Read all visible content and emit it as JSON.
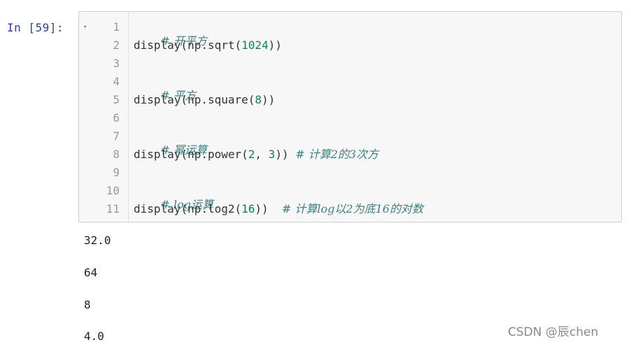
{
  "cell": {
    "prompt": "In  [59]:",
    "fold_glyph": "▾",
    "line_numbers": [
      "1",
      "2",
      "3",
      "4",
      "5",
      "6",
      "7",
      "8",
      "9",
      "10",
      "11"
    ],
    "lines": {
      "l1": {
        "comment": "# 开平方"
      },
      "l2": {
        "fn": "display(np.sqrt(",
        "arg": "1024",
        "close": "))"
      },
      "l4": {
        "comment": "# 平方"
      },
      "l5": {
        "fn": "display(np.square(",
        "arg": "8",
        "close": "))"
      },
      "l7": {
        "comment": "# 幂运算"
      },
      "l8": {
        "fn": "display(np.power(",
        "arg1": "2",
        "sep": ", ",
        "arg2": "3",
        "close": ")) ",
        "comment": "# 计算2的3次方"
      },
      "l10": {
        "comment": "# log运算"
      },
      "l11": {
        "fn": "display(np.log2(",
        "arg": "16",
        "close": "))  ",
        "comment": "# 计算log以2为底16的对数"
      }
    }
  },
  "outputs": [
    "32.0",
    "64",
    "8",
    "4.0"
  ],
  "watermark": "CSDN @辰chen",
  "colors": {
    "prompt": "#303f9f",
    "comment": "#408080",
    "number": "#098658",
    "cell_bg": "#f7f7f7"
  }
}
